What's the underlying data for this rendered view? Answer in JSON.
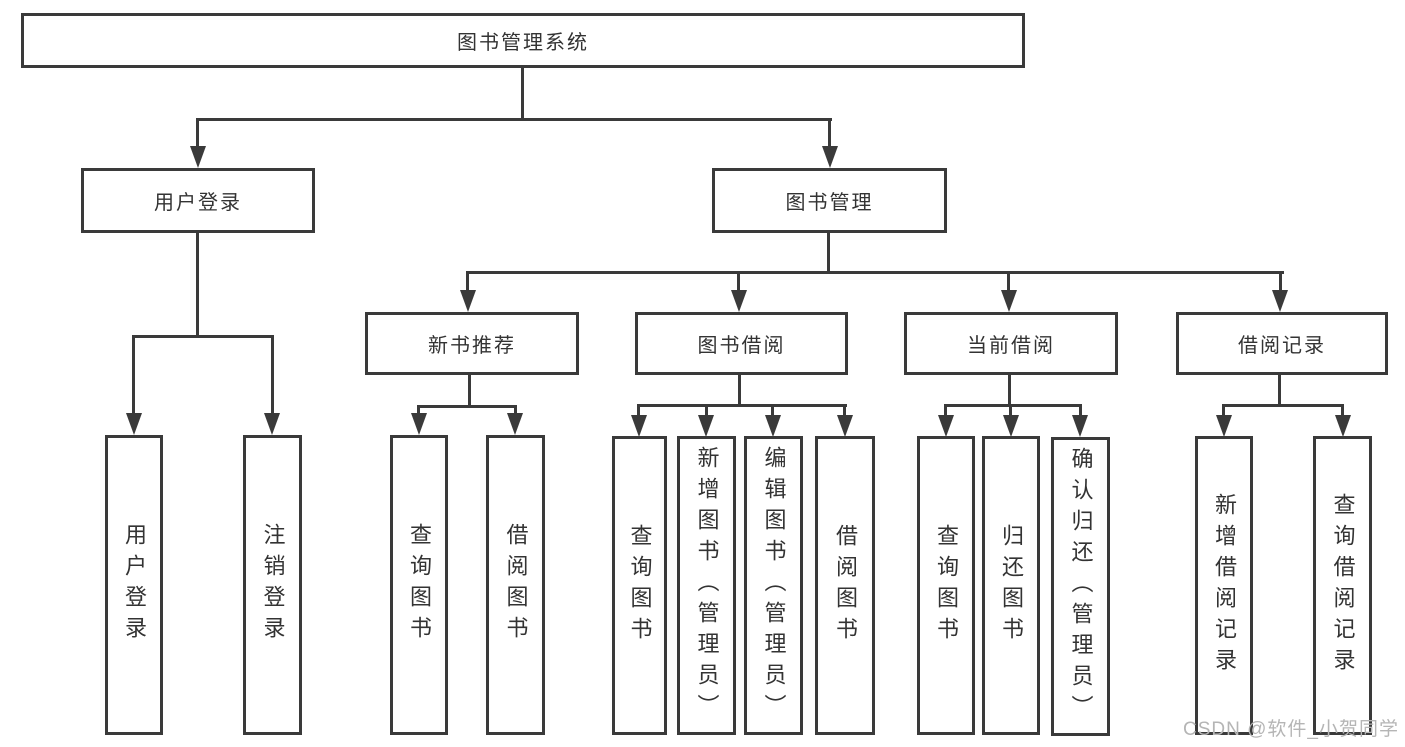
{
  "diagram": {
    "root": "图书管理系统",
    "user_login": {
      "label": "用户登录",
      "leaves": [
        "用户登录",
        "注销登录"
      ]
    },
    "book_mgmt": {
      "label": "图书管理",
      "sections": [
        {
          "label": "新书推荐",
          "leaves": [
            "查询图书",
            "借阅图书"
          ]
        },
        {
          "label": "图书借阅",
          "leaves": [
            "查询图书",
            "新增图书（管理员）",
            "编辑图书（管理员）",
            "借阅图书"
          ]
        },
        {
          "label": "当前借阅",
          "leaves": [
            "查询图书",
            "归还图书",
            "确认归还（管理员）"
          ]
        },
        {
          "label": "借阅记录",
          "leaves": [
            "新增借阅记录",
            "查询借阅记录"
          ]
        }
      ]
    }
  },
  "watermark": "CSDN @软件_小贺同学",
  "colors": {
    "line": "#3a3a3a",
    "border": "#3a3a3a",
    "text": "#333333",
    "watermark": "#b5b5b5",
    "background": "#ffffff"
  }
}
